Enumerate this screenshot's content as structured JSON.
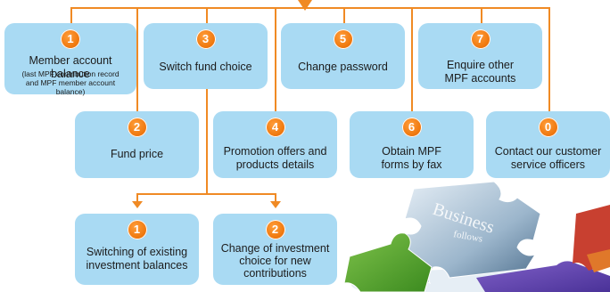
{
  "colors": {
    "box_fill": "#a9daf3",
    "badge_fill": "#f07a10",
    "connector": "#f08a24"
  },
  "options": [
    {
      "number": "1",
      "label": "Member account balance",
      "sub": "(last MPF contribution record and MPF member account balance)"
    },
    {
      "number": "2",
      "label": "Fund price"
    },
    {
      "number": "3",
      "label": "Switch fund choice"
    },
    {
      "number": "4",
      "label": "Promotion offers and products details"
    },
    {
      "number": "5",
      "label": "Change password"
    },
    {
      "number": "6",
      "label": "Obtain MPF forms by fax"
    },
    {
      "number": "7",
      "label": "Enquire other MPF accounts"
    },
    {
      "number": "0",
      "label": "Contact our customer service officers"
    }
  ],
  "sub_options": [
    {
      "number": "1",
      "label": "Switching of existing investment balances"
    },
    {
      "number": "2",
      "label": "Change of investment choice for new contributions"
    }
  ],
  "decorative_image": {
    "description_icon": "puzzle-pieces-image",
    "visible_words": [
      "Business",
      "follows"
    ]
  }
}
